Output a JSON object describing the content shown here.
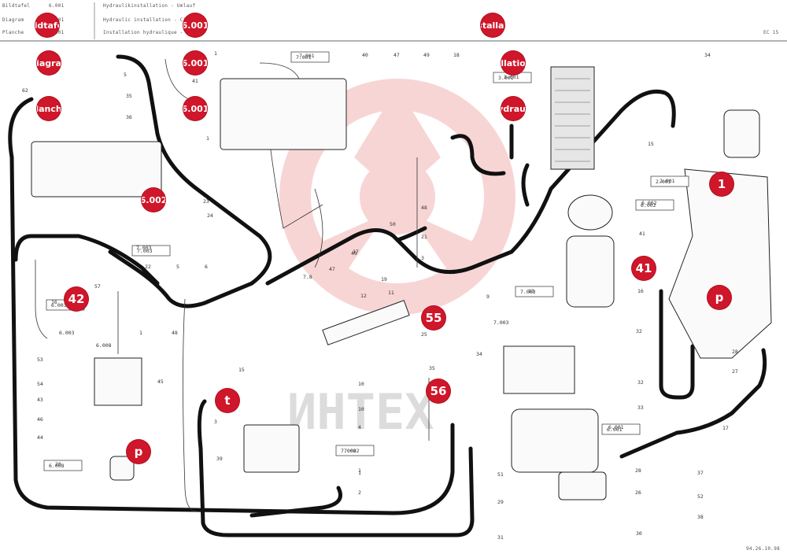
{
  "header": {
    "left_labels": [
      "Bildtafel",
      "Diagram",
      "Planche"
    ],
    "left_codes": [
      "6.001",
      "6.001",
      "6.001"
    ],
    "titles": [
      "Hydraulikinstallation - Umlauf",
      "Hydraulic installation - Circ",
      "Installation hydraulique - Cir"
    ],
    "right_code": "EC 15"
  },
  "footer": {
    "stamp": "94.26.10.98"
  },
  "watermark": {
    "text": "ИНТЕХ",
    "color": "#f3b3b3"
  },
  "colors": {
    "badge": "#d0162a",
    "hose": "#111111",
    "line": "#333333"
  },
  "badges": [
    {
      "text": "ildtafe"
    },
    {
      "text": "6.001"
    },
    {
      "text": "stallat"
    },
    {
      "text": "iagra"
    },
    {
      "text": "6.001"
    },
    {
      "text": "llatio"
    },
    {
      "text": "lanch"
    },
    {
      "text": "6.001"
    },
    {
      "text": "ydraul"
    },
    {
      "text": "6.002"
    },
    {
      "text": "1"
    },
    {
      "text": "41"
    },
    {
      "text": "42"
    },
    {
      "text": "p"
    },
    {
      "text": "55"
    },
    {
      "text": "56"
    },
    {
      "text": "t"
    },
    {
      "text": "p"
    }
  ],
  "part_numbers": [
    "62",
    "5",
    "35",
    "36",
    "1",
    "41",
    "7.001",
    "40",
    "47",
    "49",
    "18",
    "3.001",
    "34",
    "15",
    "2.001",
    "1",
    "6.002",
    "41",
    "16",
    "28",
    "27",
    "23",
    "24",
    "5",
    "6",
    "7.003",
    "57",
    "22",
    "50",
    "21",
    "3",
    "48",
    "17",
    "47",
    "45",
    "19",
    "11",
    "12",
    "7.8",
    "25",
    "9",
    "13",
    "7.003",
    "34",
    "32",
    "16",
    "6.003",
    "53",
    "54",
    "43",
    "46",
    "44",
    "20",
    "6.008",
    "1",
    "48",
    "45",
    "15",
    "3",
    "39",
    "1",
    "4",
    "10",
    "10",
    "35",
    "32",
    "33",
    "6.001",
    "7.002",
    "1",
    "2",
    "51",
    "29",
    "31",
    "30",
    "28",
    "26",
    "17",
    "37",
    "52",
    "38"
  ],
  "ref_boxes": [
    "7.001",
    "3.001",
    "2.001",
    "6.002",
    "7.003",
    "7.003",
    "6.003",
    "6.008",
    "7.002",
    "6.001"
  ]
}
